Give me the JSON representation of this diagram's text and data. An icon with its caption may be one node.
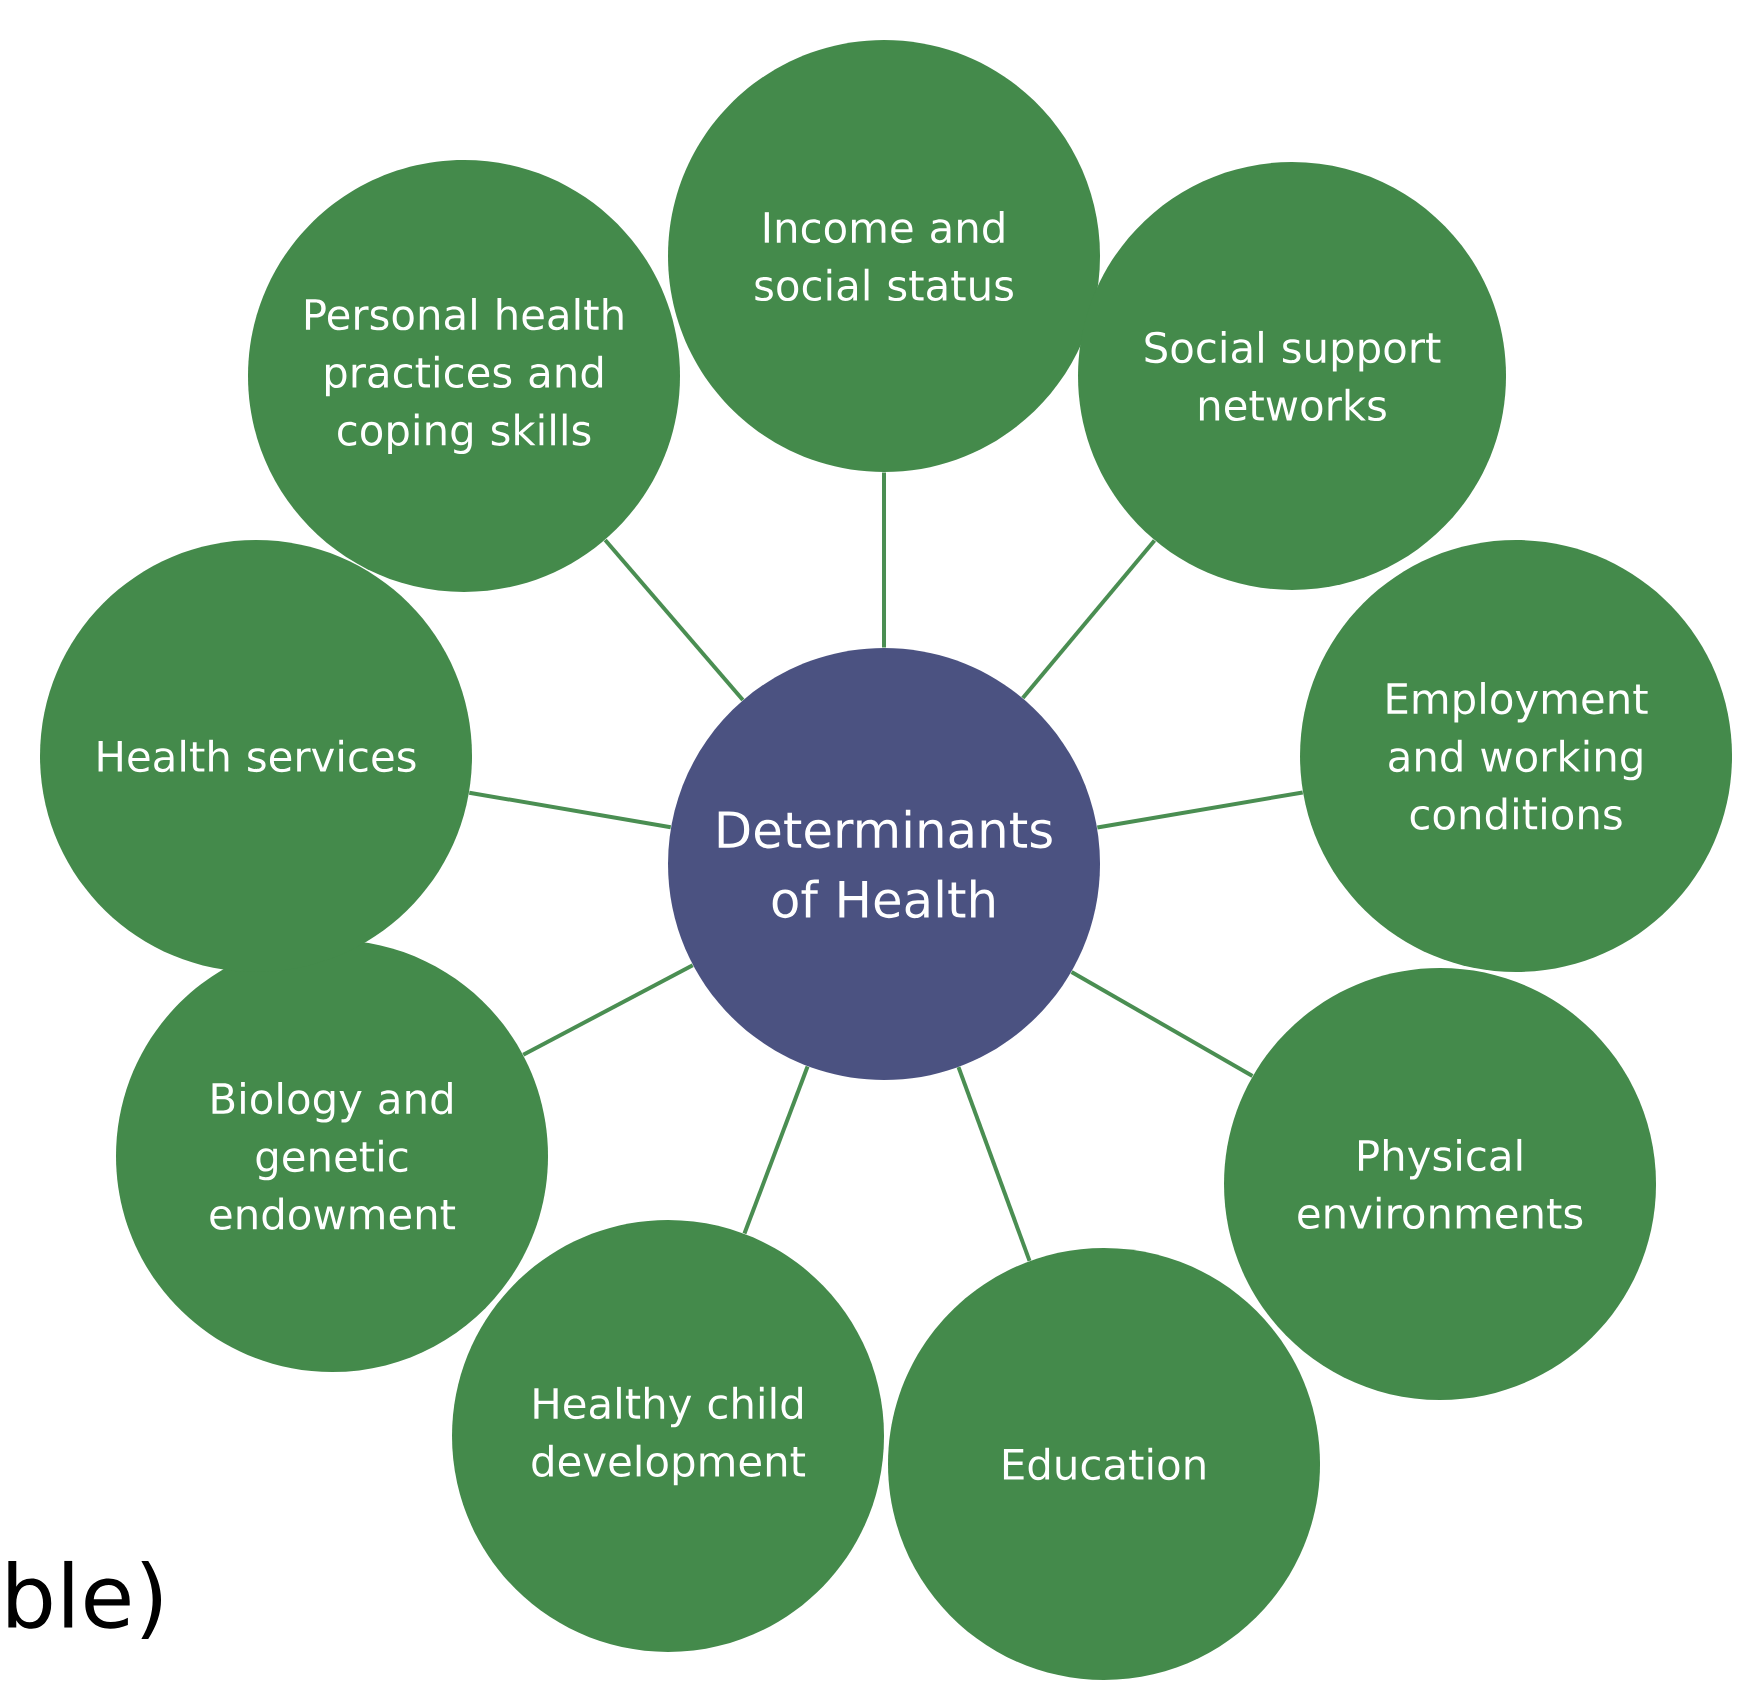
{
  "diagram": {
    "nodes": [
      {
        "text": [
          "Determinants of Health"
        ]
      },
      {
        "text": [
          "Income and social status"
        ]
      },
      {
        "text": [
          "Social support networks"
        ]
      },
      {
        "text": [
          "Employment and working conditions"
        ]
      },
      {
        "text": [
          "Physical environments"
        ]
      },
      {
        "text": [
          "Education"
        ]
      },
      {
        "text": [
          "Healthy child development"
        ]
      },
      {
        "text": [
          "Biology and genetic endowment"
        ]
      },
      {
        "text": [
          "Health services"
        ]
      },
      {
        "text": [
          "Personal health practices and coping skills"
        ]
      }
    ],
    "edges": [
      {
        "from": 0,
        "to": 1,
        "arrow": "none"
      },
      {
        "from": 0,
        "to": 2,
        "arrow": "none"
      },
      {
        "from": 0,
        "to": 3,
        "arrow": "none"
      },
      {
        "from": 0,
        "to": 4,
        "arrow": "none"
      },
      {
        "from": 0,
        "to": 5,
        "arrow": "none"
      },
      {
        "from": 0,
        "to": 6,
        "arrow": "none"
      },
      {
        "from": 0,
        "to": 7,
        "arrow": "none"
      },
      {
        "from": 0,
        "to": 8,
        "arrow": "none"
      },
      {
        "from": 0,
        "to": 9,
        "arrow": "none"
      }
    ],
    "labels": [
      "ble)"
    ]
  }
}
